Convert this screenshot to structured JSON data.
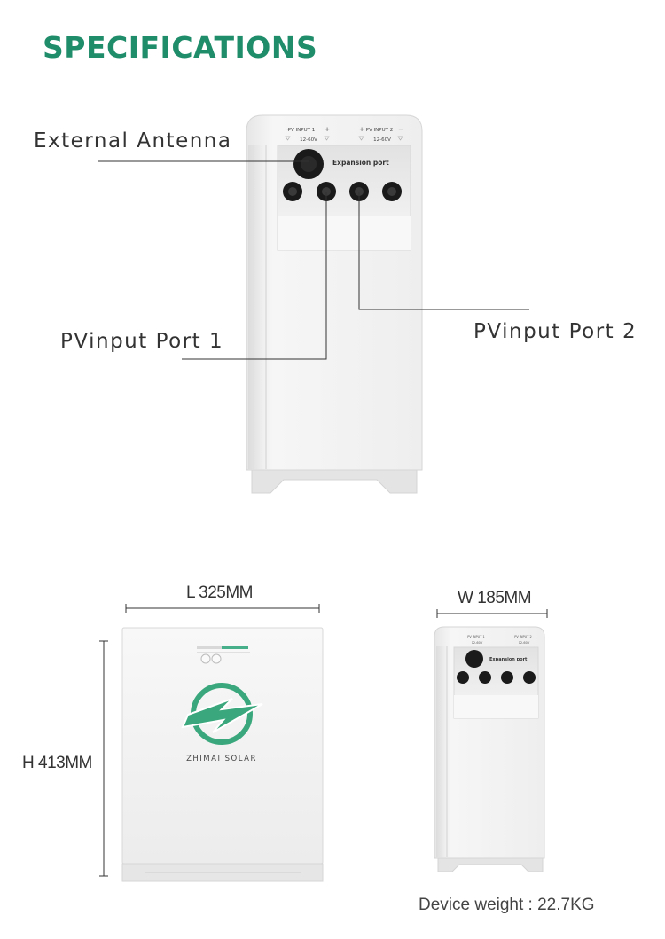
{
  "title": "SPECIFICATIONS",
  "callouts": {
    "external_antenna": "External Antenna",
    "pv_port_1": "PVinput Port 1",
    "pv_port_2": "PVinput Port 2"
  },
  "device_panel": {
    "pv_input_1": "PV INPUT 1",
    "pv_input_2": "PV INPUT 2",
    "voltage_1": "12-60V",
    "voltage_2": "12-60V",
    "expansion_port": "Expansion port",
    "minus": "−",
    "plus": "+"
  },
  "dimensions": {
    "length": "L 325MM",
    "height": "H 413MM",
    "width": "W 185MM"
  },
  "brand": "ZHIMAI SOLAR",
  "weight": "Device weight : 22.7KG",
  "colors": {
    "brand_green": "#1f8c6a",
    "logo_green": "#3aa87c",
    "device_white": "#f2f2f2",
    "port_black": "#1a1a1a"
  }
}
